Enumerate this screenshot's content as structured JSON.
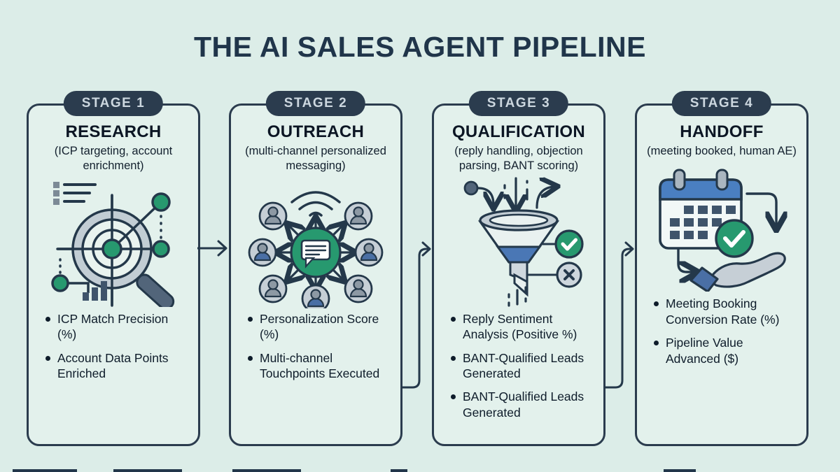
{
  "title": "THE AI SALES AGENT PIPELINE",
  "colors": {
    "background": "#dcede8",
    "card_background": "#e3f1ec",
    "navy_outline": "#2b3c4e",
    "badge_background": "#2b3c4e",
    "badge_text": "#ccd7df",
    "accent_green": "#27996f",
    "accent_blue": "#4a77b5",
    "neutral_gray": "#c3ccd3",
    "text_dark": "#0e1c2a"
  },
  "icons": {
    "stage1": "research-target-magnifier-icon",
    "stage2": "outreach-broadcast-network-icon",
    "stage3": "qualification-funnel-icon",
    "stage4": "handoff-calendar-to-hand-icon",
    "connectors": "right-arrow-connector"
  },
  "stages": [
    {
      "badge": "STAGE 1",
      "title": "RESEARCH",
      "subtitle": "(ICP targeting, account enrichment)",
      "bullets": [
        "ICP Match Precision (%)",
        "Account Data Points Enriched"
      ]
    },
    {
      "badge": "STAGE 2",
      "title": "OUTREACH",
      "subtitle": "(multi-channel personalized messaging)",
      "bullets": [
        "Personalization Score (%)",
        "Multi-channel Touchpoints Executed"
      ]
    },
    {
      "badge": "STAGE 3",
      "title": "QUALIFICATION",
      "subtitle": "(reply handling, objection parsing, BANT scoring)",
      "bullets": [
        "Reply Sentiment Analysis (Positive %)",
        "BANT-Qualified Leads Generated",
        "BANT-Qualified Leads Generated"
      ]
    },
    {
      "badge": "STAGE 4",
      "title": "HANDOFF",
      "subtitle": "(meeting booked, human AE)",
      "bullets": [
        "Meeting Booking Conversion Rate (%)",
        "Pipeline Value Advanced ($)"
      ]
    }
  ]
}
